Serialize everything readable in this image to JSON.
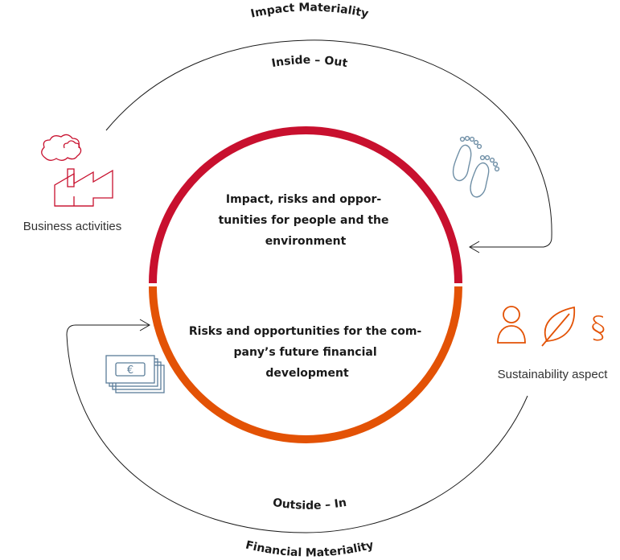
{
  "diagram": {
    "impact_materiality": "Impact Materiality",
    "inside_out": "Inside – Out",
    "outside_in": "Outside – In",
    "financial_materiality": "Financial Materiality",
    "top_half_text": [
      "Impact, risks and oppor-",
      "tunities for people and the",
      "environment"
    ],
    "bottom_half_text": [
      "Risks and opportunities for the com-",
      "pany’s future financial",
      "development"
    ],
    "business_activities": "Business activities",
    "sustainability_aspect": "Sustainability aspect",
    "colors": {
      "impact": "#c8102e",
      "financial": "#e35205",
      "footprint": "#6f8fa6",
      "money": "#5a7d99",
      "outline": "#1a1a1a"
    },
    "icons": {
      "business": "factory-with-smoke-icon",
      "footprint": "footprints-icon",
      "money": "euro-banknotes-icon",
      "person": "person-icon",
      "leaf": "leaf-icon",
      "paragraph": "paragraph-sign-icon"
    },
    "paragraph_glyph": "§"
  }
}
